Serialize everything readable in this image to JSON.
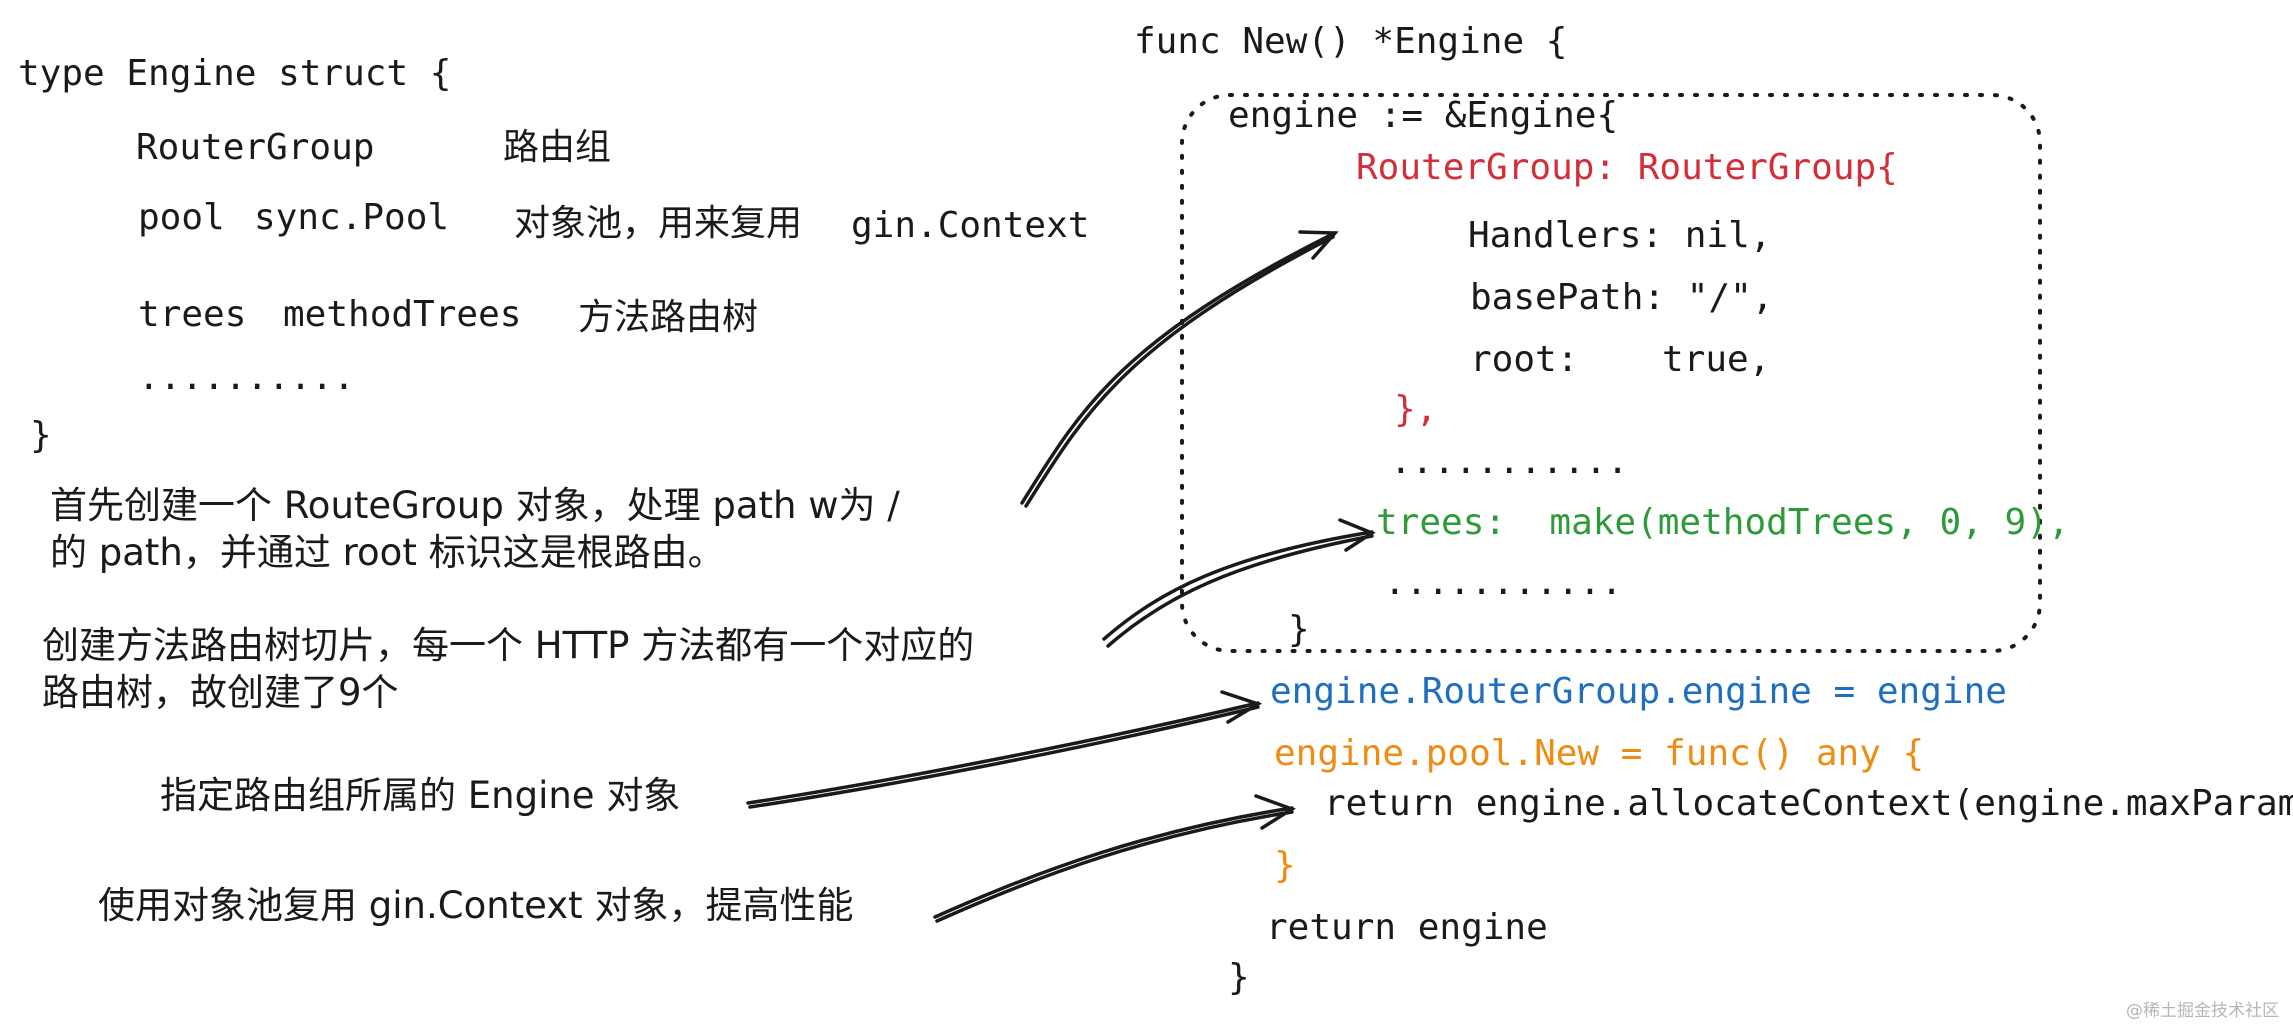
{
  "colors": {
    "ink": "#1a1a1a",
    "red": "#d32f3a",
    "green": "#2e9a3a",
    "blue": "#1f6fbf",
    "orange": "#ee8c13",
    "watermark": "#b5b5b5"
  },
  "left": {
    "struct_header": "type Engine struct {",
    "fields": [
      {
        "name": "RouterGroup",
        "type": "",
        "desc": "路由组"
      },
      {
        "name": "pool",
        "type": "sync.Pool",
        "desc": "对象池，用来复用",
        "desc_code": "gin.Context"
      },
      {
        "name": "trees",
        "type": "methodTrees",
        "desc": "方法路由树"
      }
    ],
    "ellipsis": "..........",
    "struct_close": "}"
  },
  "notes": {
    "n1": "首先创建一个 RouteGroup 对象，处理 path w为 /\n的 path，并通过 root 标识这是根路由。",
    "n2": "创建方法路由树切片，每一个 HTTP 方法都有一个对应的\n路由树，故创建了9个",
    "n3": "指定路由组所属的 Engine 对象",
    "n4": "使用对象池复用 gin.Context 对象，提高性能"
  },
  "right": {
    "func_header": "func New() *Engine {",
    "engine_assign": "engine := &Engine{",
    "routergroup_open": "RouterGroup: RouterGroup{",
    "handlers": "Handlers: nil,",
    "basepath": "basePath: \"/\",",
    "root_key": "root:",
    "root_val": "true,",
    "routergroup_close": "},",
    "ellipsis_1": "...........",
    "trees_line": "trees:  make(methodTrees, 0, 9),",
    "ellipsis_2": "...........",
    "engine_close": "}",
    "engine_assign_group": "engine.RouterGroup.engine = engine",
    "pool_new": "engine.pool.New = func() any {",
    "return_ctx": "return engine.allocateContext(engine.maxParams)",
    "pool_close": "}",
    "return_engine": "return engine",
    "func_close": "}"
  },
  "watermark": "@稀土掘金技术社区"
}
